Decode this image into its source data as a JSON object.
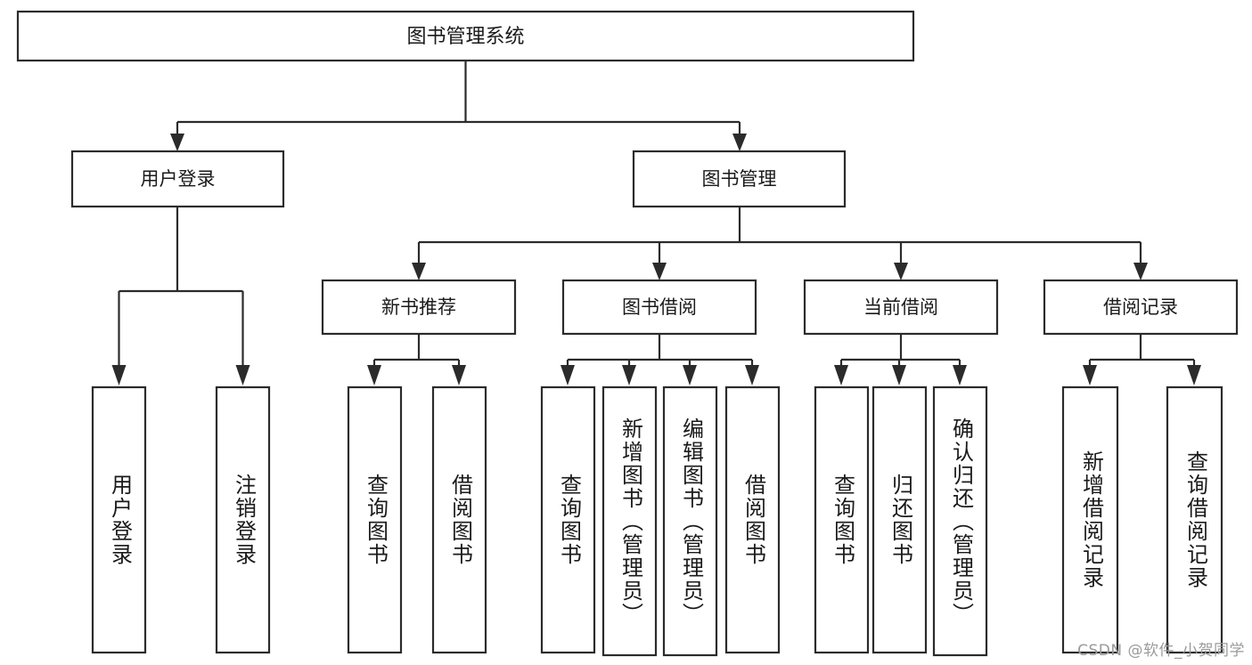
{
  "diagram": {
    "title": "图书管理系统",
    "watermark": "CSDN @软件_小贺同学",
    "type": "tree-hierarchy",
    "root": {
      "id": "root",
      "label": "图书管理系统",
      "level": 0
    },
    "level2": [
      {
        "id": "user-login",
        "label": "用户登录",
        "level": 1
      },
      {
        "id": "book-manage",
        "label": "图书管理",
        "level": 1
      }
    ],
    "level3": [
      {
        "id": "new-book-recommend",
        "label": "新书推荐",
        "level": 2,
        "parent": "book-manage"
      },
      {
        "id": "book-borrow",
        "label": "图书借阅",
        "level": 2,
        "parent": "book-manage"
      },
      {
        "id": "current-borrow",
        "label": "当前借阅",
        "level": 2,
        "parent": "book-manage"
      },
      {
        "id": "borrow-record",
        "label": "借阅记录",
        "level": 2,
        "parent": "book-manage"
      }
    ],
    "leaves": [
      {
        "id": "leaf-user-login",
        "label": "用户登录",
        "parent": "user-login"
      },
      {
        "id": "leaf-logout",
        "label": "注销登录",
        "parent": "user-login"
      },
      {
        "id": "leaf-query-book-1",
        "label": "查询图书",
        "parent": "new-book-recommend"
      },
      {
        "id": "leaf-borrow-book-1",
        "label": "借阅图书",
        "parent": "new-book-recommend"
      },
      {
        "id": "leaf-query-book-2",
        "label": "查询图书",
        "parent": "book-borrow"
      },
      {
        "id": "leaf-add-book",
        "label": "新增图书（管理员）",
        "parent": "book-borrow"
      },
      {
        "id": "leaf-edit-book",
        "label": "编辑图书（管理员）",
        "parent": "book-borrow"
      },
      {
        "id": "leaf-borrow-book-2",
        "label": "借阅图书",
        "parent": "book-borrow"
      },
      {
        "id": "leaf-query-book-3",
        "label": "查询图书",
        "parent": "current-borrow"
      },
      {
        "id": "leaf-return-book",
        "label": "归还图书",
        "parent": "current-borrow"
      },
      {
        "id": "leaf-confirm-return",
        "label": "确认归还（管理员）",
        "parent": "current-borrow"
      },
      {
        "id": "leaf-add-record",
        "label": "新增借阅记录",
        "parent": "borrow-record"
      },
      {
        "id": "leaf-query-record",
        "label": "查询借阅记录",
        "parent": "borrow-record"
      }
    ],
    "colors": {
      "box_stroke": "#2b2b2b",
      "box_fill": "#ffffff",
      "text": "#1a1a1a",
      "background": "#ffffff",
      "watermark": "#9a9a9a"
    }
  }
}
